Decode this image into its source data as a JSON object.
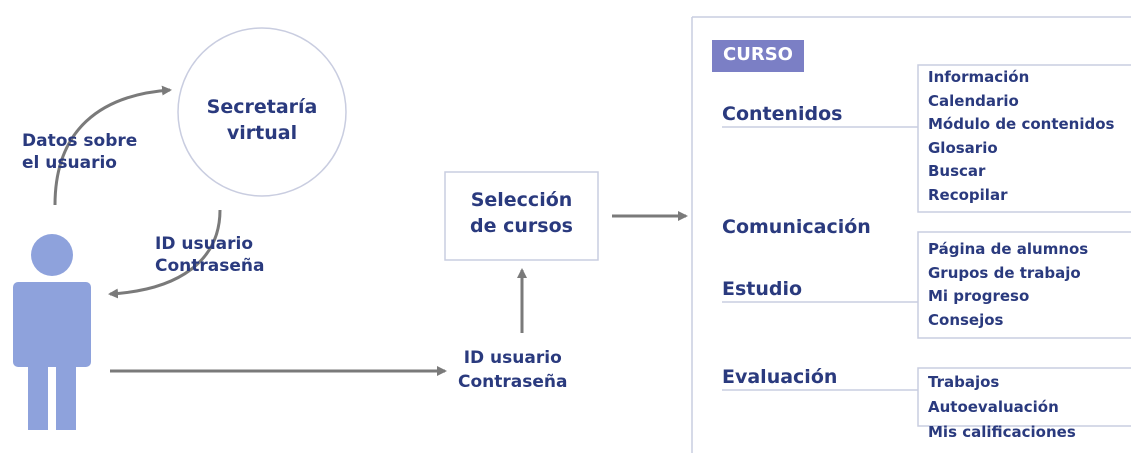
{
  "secretaria": {
    "line1": "Secretaría",
    "line2": "virtual"
  },
  "datos": {
    "line1": "Datos sobre",
    "line2": "el usuario"
  },
  "id_left": {
    "line1": "ID usuario",
    "line2": "Contraseña"
  },
  "id_bottom": {
    "line1": "ID usuario",
    "line2": "Contraseña"
  },
  "seleccion": {
    "line1": "Selección",
    "line2": "de cursos"
  },
  "curso": {
    "header": "CURSO",
    "sections": {
      "contenidos": "Contenidos",
      "comunicacion": "Comunicación",
      "estudio": "Estudio",
      "evaluacion": "Evaluación"
    },
    "groups": [
      [
        "Información",
        "Calendario",
        "Módulo de contenidos",
        "Glosario",
        "Buscar",
        "Recopilar"
      ],
      [
        "Página de alumnos",
        "Grupos de trabajo",
        "Mi progreso",
        "Consejos"
      ],
      [
        "Trabajos",
        "Autoevaluación",
        "Mis calificaciones"
      ]
    ]
  },
  "colors": {
    "text": "#2a3a7e",
    "person": "#8ea2dc",
    "header": "#7b7fc5",
    "arrow": "#7a7a7a",
    "box": "#c9cde0"
  }
}
